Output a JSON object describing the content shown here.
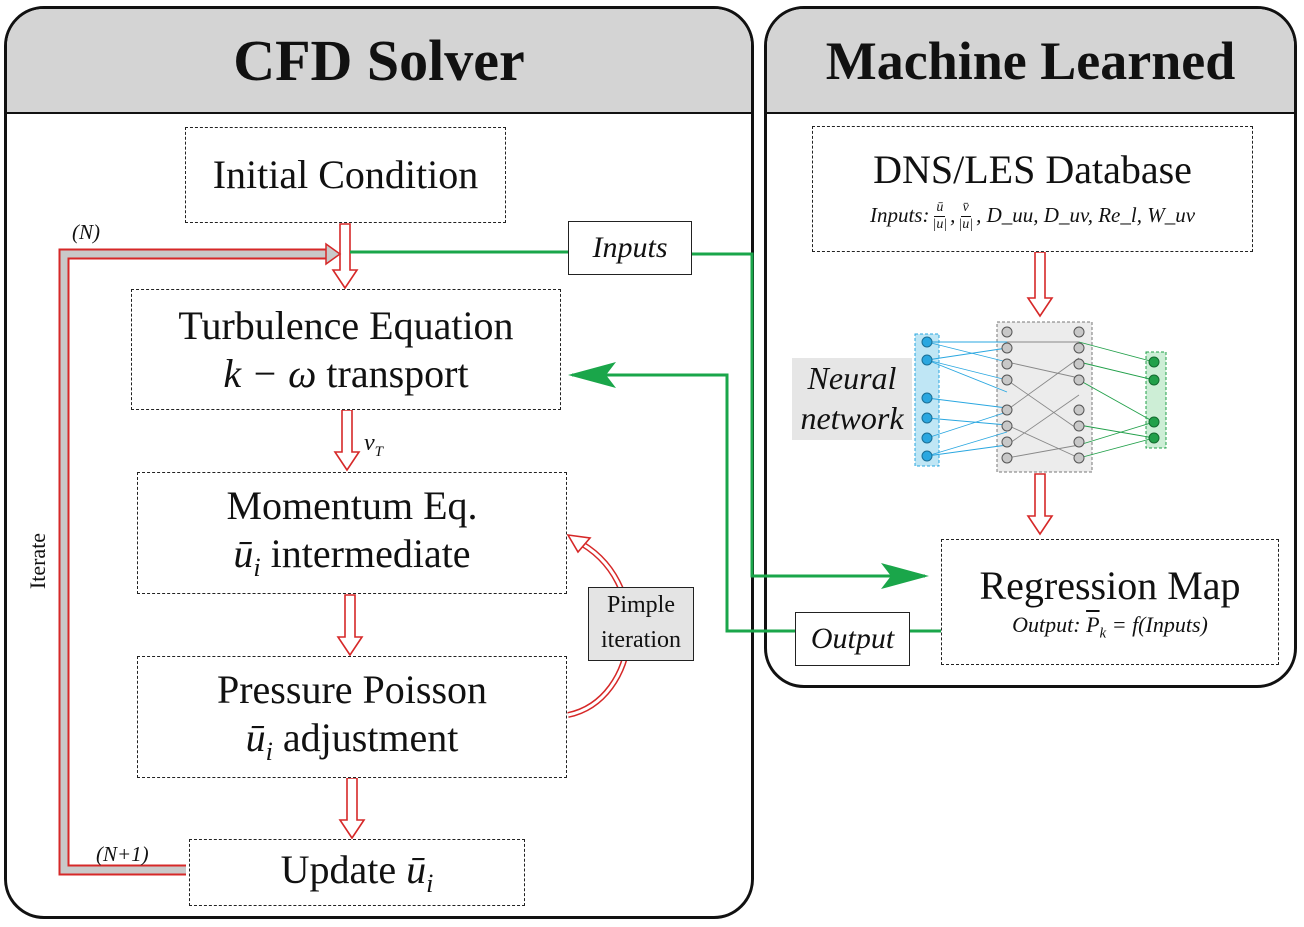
{
  "cfd_panel": {
    "title": "CFD Solver"
  },
  "ml_panel": {
    "title": "Machine Learned"
  },
  "boxes": {
    "initial": {
      "line1": "Initial Condition"
    },
    "turbulence": {
      "line1": "Turbulence Equation",
      "line2_math": "k − ω",
      "line2_text": " transport"
    },
    "momentum": {
      "line1": "Momentum Eq.",
      "line2_math": "ū",
      "line2_sub": "i",
      "line2_text": " intermediate"
    },
    "pressure": {
      "line1": "Pressure Poisson",
      "line2_math": "ū",
      "line2_sub": "i",
      "line2_text": " adjustment"
    },
    "update": {
      "line1": "Update ",
      "math": "ū",
      "sub": "i"
    },
    "dns": {
      "line1": "DNS/LES Database",
      "inputs_label": "Inputs:",
      "inputs_rest": ", D_uu, D_uv, Re_l, W_uv"
    },
    "regression": {
      "line1": "Regression Map",
      "output_label": "Output: ",
      "output_math": "P",
      "output_sub": "k",
      "output_rest": " = f(Inputs)"
    }
  },
  "labels": {
    "n": "(N)",
    "n_plus_1": "(N+1)",
    "iterate": "Iterate",
    "nu_t": "ν",
    "nu_t_sub": "T",
    "inputs_note": "Inputs",
    "output_note": "Output",
    "pimple_line1": "Pimple",
    "pimple_line2": "iteration",
    "nn_line1": "Neural",
    "nn_line2": "network"
  },
  "colors": {
    "green": "#1aa64a",
    "red": "#d62828",
    "header": "#d4d4d4",
    "nn_blue": "#2aa7e0",
    "nn_green": "#22a04a"
  }
}
